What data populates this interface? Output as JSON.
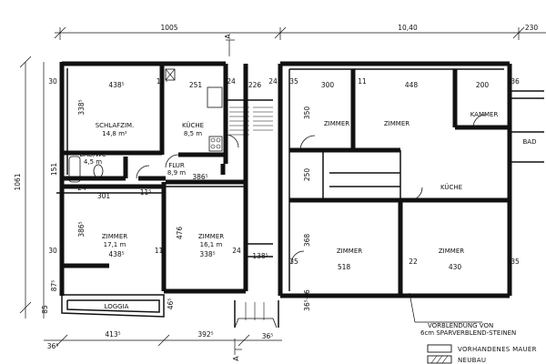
{
  "rooms": {
    "schlafzimmer": {
      "name": "SCHLAFZIM.",
      "area": "14,8 m²"
    },
    "kueche_left": {
      "name": "KÜCHE",
      "area": "8,5 m"
    },
    "bad_wc": {
      "name": "BAD/WC",
      "area": "4,5 m"
    },
    "flur": {
      "name": "FLUR",
      "area": "8,9 m"
    },
    "zimmer_left": {
      "name": "ZIMMER",
      "area": "17,1 m"
    },
    "zimmer_mid": {
      "name": "ZIMMER",
      "area": "16,1 m"
    },
    "loggia": {
      "name": "LOGGIA"
    },
    "zimmer_r1": {
      "name": "ZIMMER"
    },
    "zimmer_r2": {
      "name": "ZIMMER"
    },
    "kammer": {
      "name": "KAMMER"
    },
    "bad_right": {
      "name": "BAD"
    },
    "kueche_right": {
      "name": "KÜCHE"
    },
    "zimmer_r3": {
      "name": "ZIMMER"
    },
    "zimmer_r4": {
      "name": "ZIMMER"
    }
  },
  "dimensions": {
    "top_total_left": "1005",
    "top_total_right": "10,40",
    "top_right_edge": "230",
    "left_height": "1061",
    "d_438_top": "438⁵",
    "d_251": "251",
    "d_226": "226",
    "d_300": "300",
    "d_448": "448",
    "d_200": "200",
    "d_338_v": "338⁵",
    "d_350_v": "350",
    "d_301": "301",
    "d_386_v": "386⁵",
    "d_476_v": "476",
    "d_368_v": "368",
    "d_250_v": "250",
    "d_438_mid": "438⁵",
    "d_338_mid": "338⁵",
    "d_518": "518",
    "d_430": "430",
    "d_386_flur": "386⁵",
    "d_138": "138⁵",
    "d_413": "413⁵",
    "d_392": "392⁵",
    "d_365": "36⁵",
    "d_30": "30",
    "d_24": "24",
    "d_115": "11⁵",
    "d_36": "36",
    "d_35": "35",
    "d_22": "22",
    "d_85": "85",
    "d_465": "46⁵",
    "d_875": "87⁵",
    "d_151": "151",
    "d_365b": "36⁵+6",
    "d_11": "11"
  },
  "markers": {
    "section_a_top": "A",
    "section_a_bottom": "A"
  },
  "annotation": {
    "line1": "VORBLENDUNG VON",
    "line2": "6cm SPARVERBLEND-STEINEN"
  },
  "legend": {
    "existing": "VORHANDENES MAUER",
    "new": "NEUBAU"
  }
}
